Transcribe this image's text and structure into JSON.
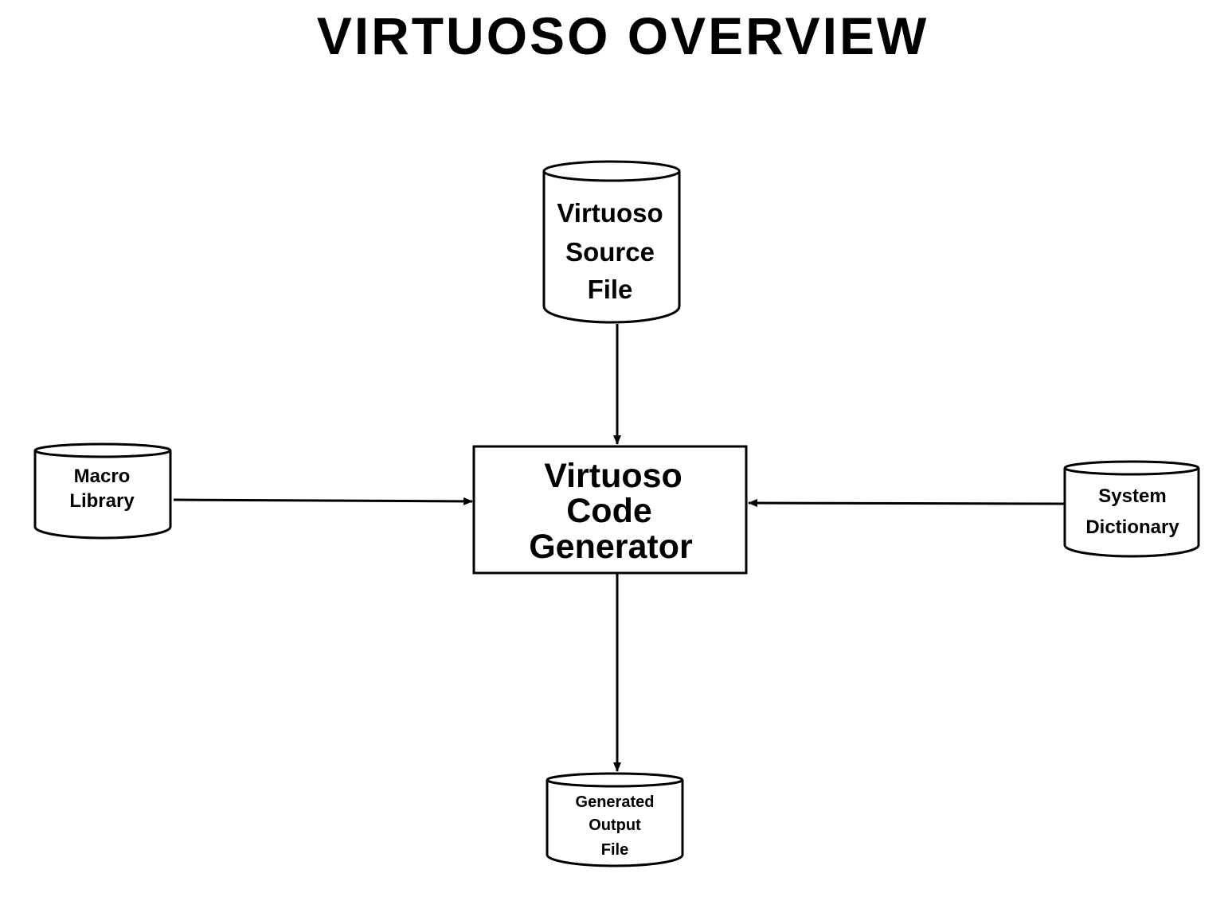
{
  "title": "VIRTUOSO OVERVIEW",
  "nodes": {
    "source_file": {
      "lines": [
        "Virtuoso",
        "Source",
        "File"
      ]
    },
    "macro_library": {
      "lines": [
        "Macro",
        "Library"
      ]
    },
    "code_generator": {
      "lines": [
        "Virtuoso",
        "Code",
        "Generator"
      ]
    },
    "system_dictionary": {
      "lines": [
        "System",
        "Dictionary"
      ]
    },
    "output_file": {
      "lines": [
        "Generated",
        "Output",
        "File"
      ]
    }
  },
  "colors": {
    "ink": "#000000",
    "background": "#ffffff"
  }
}
